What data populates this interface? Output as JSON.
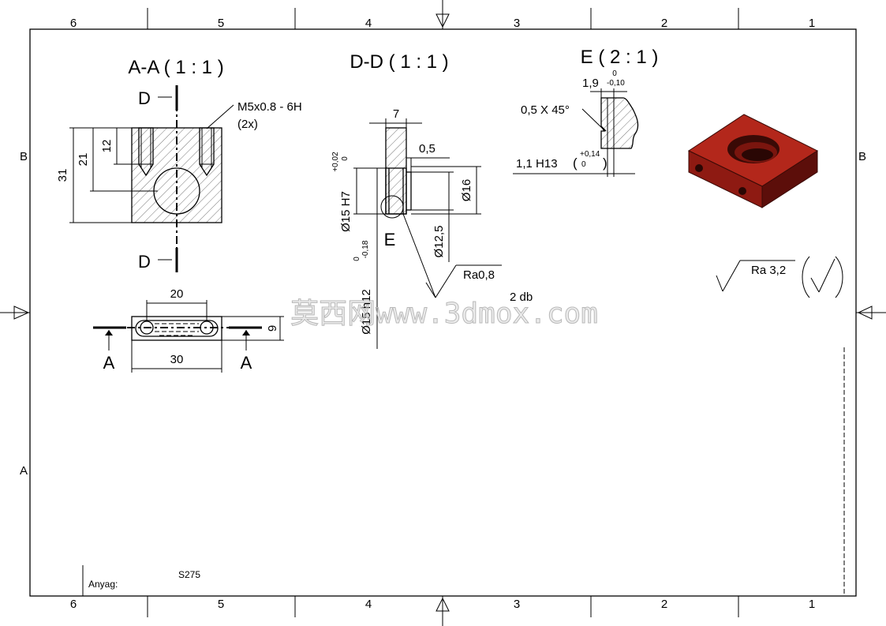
{
  "zones": {
    "columns": [
      "6",
      "5",
      "4",
      "3",
      "2",
      "1"
    ],
    "rows_right": [
      "B"
    ],
    "rows_left": [
      "B",
      "A"
    ]
  },
  "views": {
    "section_aa": {
      "title": "A-A ( 1 : 1 )",
      "cut_label_top": "D",
      "cut_label_bottom": "D",
      "thread_note": "M5x0.8 - 6H",
      "thread_count": "(2x)",
      "dim_height": "31",
      "dim_21": "21",
      "dim_12": "12"
    },
    "section_dd": {
      "title": "D-D ( 1 : 1 )",
      "dim_width": "7",
      "dim_05": "0,5",
      "dim_bore": "Ø15 H7",
      "dim_bore_tol_upper": "+0,02",
      "dim_bore_tol_lower": "0",
      "dim_d16": "Ø16",
      "dim_d125": "Ø12,5",
      "dim_shaft": "Ø15 h12",
      "dim_shaft_tol_upper": "0",
      "dim_shaft_tol_lower": "-0,18",
      "detail_label": "E",
      "roughness_note": "Ra0,8",
      "roughness_count": "2 db"
    },
    "detail_e": {
      "title": "E ( 2 : 1 )",
      "dim_19": "1,9",
      "dim_19_tol_upper": "0",
      "dim_19_tol_lower": "-0,10",
      "chamfer": "0,5 X 45°",
      "groove": "1,1 H13",
      "groove_tol_upper": "+0,14",
      "groove_tol_lower": "0"
    },
    "top_view": {
      "dim_20": "20",
      "dim_30": "30",
      "dim_9": "9",
      "cut_label_left": "A",
      "cut_label_right": "A"
    }
  },
  "general_roughness": "Ra 3,2",
  "watermark": "莫西网www.3dmox.com",
  "title_block": {
    "material_label": "Anyag:",
    "code": "S275"
  },
  "colors": {
    "part_3d": "#8e1a12",
    "part_3d_light": "#b3271b",
    "part_3d_dark": "#5c0e0a"
  }
}
